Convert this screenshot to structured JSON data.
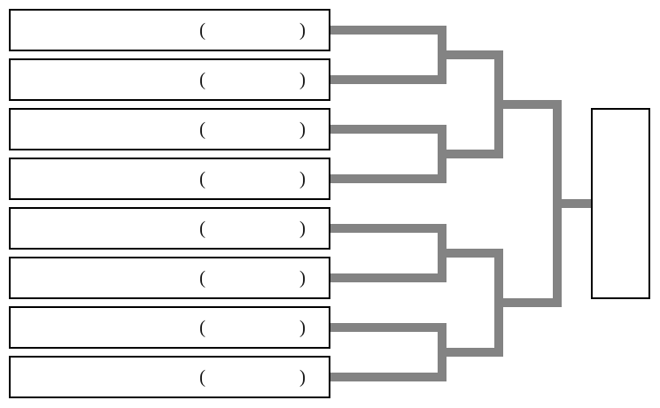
{
  "diagram": {
    "type": "single-elimination-tournament-bracket",
    "slot_count": 8,
    "round_count": 3
  },
  "theme": {
    "background": "#ffffff",
    "box_border_color": "#000000",
    "connector_color": "#838383",
    "text_color": "#1a1a1a"
  },
  "bracket": {
    "slots": [
      {
        "open": "(",
        "close": ")"
      },
      {
        "open": "(",
        "close": ")"
      },
      {
        "open": "(",
        "close": ")"
      },
      {
        "open": "(",
        "close": ")"
      },
      {
        "open": "(",
        "close": ")"
      },
      {
        "open": "(",
        "close": ")"
      },
      {
        "open": "(",
        "close": ")"
      },
      {
        "open": "(",
        "close": ")"
      }
    ],
    "final": {
      "label": ""
    }
  }
}
